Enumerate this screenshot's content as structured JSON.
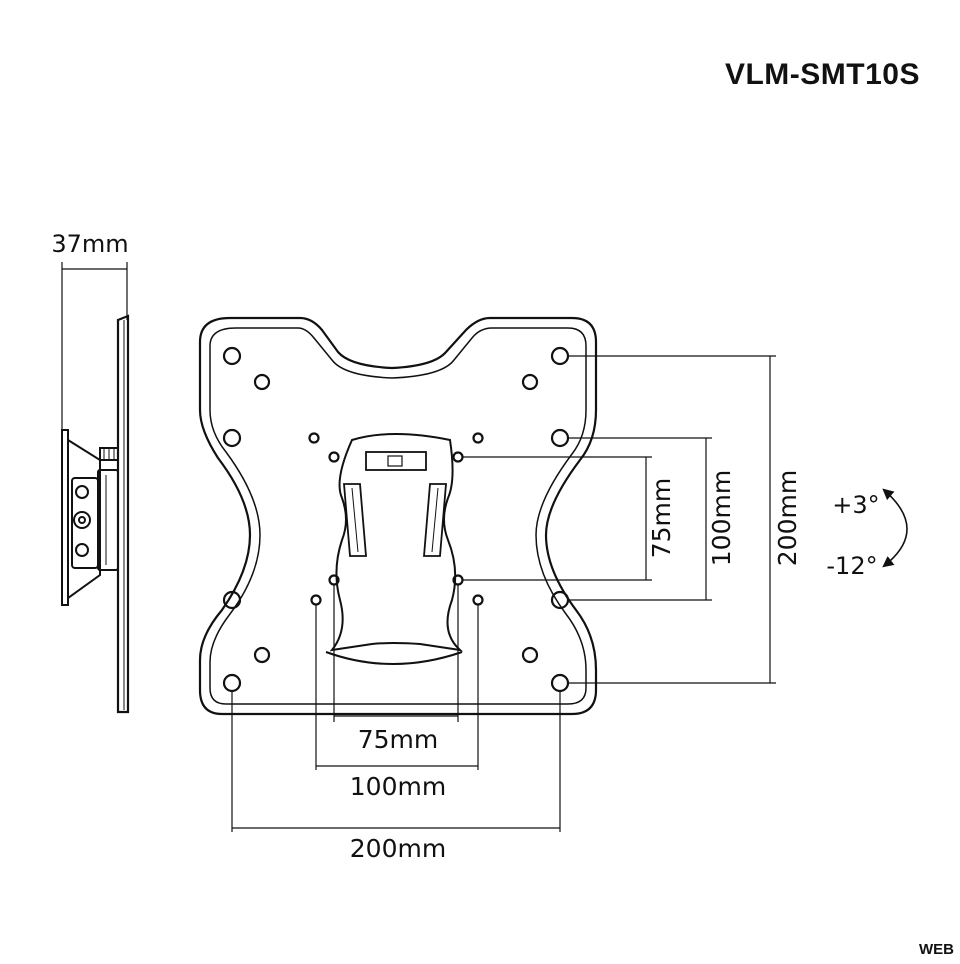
{
  "model_name": "VLM-SMT10S",
  "watermark": "WEB",
  "dimensions": {
    "depth": "37mm",
    "vesa_small_h": "75mm",
    "vesa_mid_h": "100mm",
    "vesa_large_h": "200mm",
    "vesa_small_v": "75mm",
    "vesa_mid_v": "100mm",
    "vesa_large_v": "200mm"
  },
  "tilt": {
    "up": "+3°",
    "down": "-12°"
  }
}
